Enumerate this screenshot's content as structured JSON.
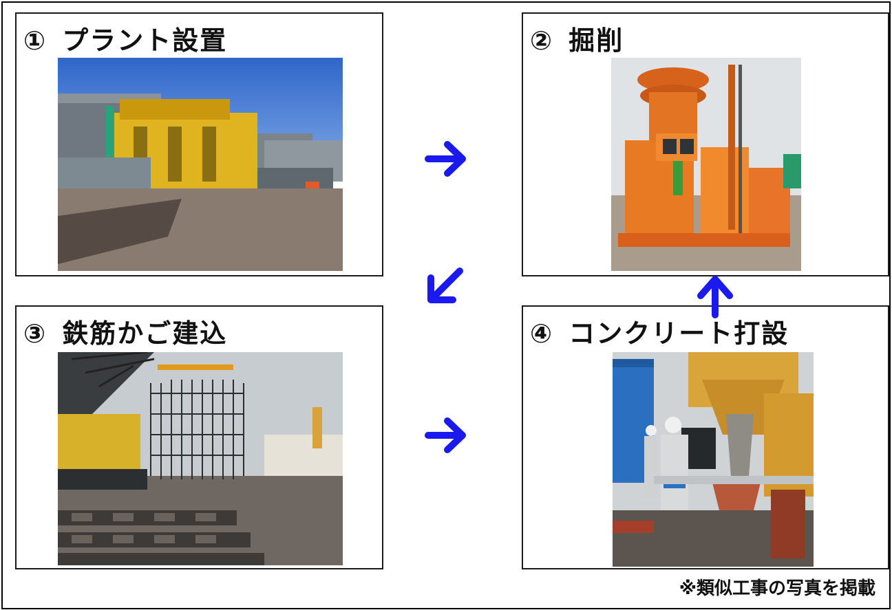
{
  "steps": [
    {
      "num": "①",
      "title": "プラント設置"
    },
    {
      "num": "②",
      "title": "掘削"
    },
    {
      "num": "③",
      "title": "鉄筋かご建込"
    },
    {
      "num": "④",
      "title": "コンクリート打設"
    }
  ],
  "note": "※類似工事の写真を掲載",
  "colors": {
    "arrow": "#1a1aee",
    "border": "#1a1a1a"
  },
  "icons": {
    "arrow_right": "arrow-right-icon",
    "arrow_down_left": "arrow-down-left-icon",
    "arrow_up": "arrow-up-icon"
  }
}
